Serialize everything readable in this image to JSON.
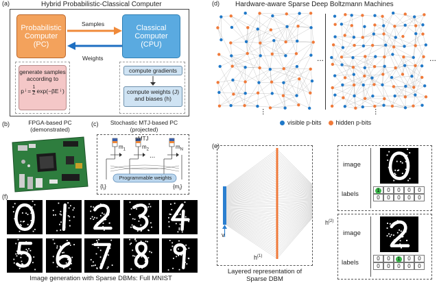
{
  "panel_a": {
    "label": "(a)",
    "title": "Hybrid Probabilistic-Classical Computer",
    "pc_box": {
      "line1": "Probabilistic",
      "line2": "Computer",
      "line3": "(PC)"
    },
    "cpu_box": {
      "line1": "Classical",
      "line2": "Computer",
      "line3": "(CPU)"
    },
    "arrow_samples": "Samples",
    "arrow_weights": "Weights",
    "pc_note": {
      "line1": "generate samples",
      "line2": "according to",
      "formula_lhs": "p",
      "formula_sub": "i",
      "formula_rhs": "exp(−βE",
      "formula_end": ")",
      "frac_num": "1",
      "frac_den": "Z"
    },
    "cpu_step1": "compute gradients",
    "cpu_step2_line1": "compute weights (J)",
    "cpu_step2_line2": "and biases (h)",
    "colors": {
      "pc": "#f3a25c",
      "cpu": "#5aaae0",
      "arrow_samples": "#f08a3a",
      "arrow_weights": "#1e6fc1"
    }
  },
  "panel_b": {
    "label": "(b)",
    "title_line1": "FPGA-based PC",
    "title_line2": "(demonstrated)"
  },
  "panel_c": {
    "label": "(c)",
    "title_line1": "Stochastic MTJ-based PC",
    "title_line2": "(projected)",
    "device_label": "sMTJ",
    "m1": "m",
    "m1_sub": "1",
    "m2": "m",
    "m2_sub": "2",
    "mN": "m",
    "mN_sub": "N",
    "dots": "...",
    "weights_label": "Programmable weights",
    "input_label": "{I",
    "input_sub": "i",
    "input_end": "}",
    "output_label": "{m",
    "output_sub": "i",
    "output_end": "}"
  },
  "panel_d": {
    "label": "(d)",
    "title": "Hardware-aware Sparse Deep Boltzmann Machines",
    "legend_visible": "visible p-bits",
    "legend_hidden": "hidden p-bits",
    "ellipsis": "...",
    "colors": {
      "visible": "#1f78c8",
      "hidden": "#f07a3a",
      "edges": "#9a9a9a"
    }
  },
  "panel_e": {
    "label": "(e)",
    "v_label": "v",
    "h1_label": "h",
    "h1_sup": "(1)",
    "h2_label": "h",
    "h2_sup": "(2)",
    "caption_line1": "Layered representation of",
    "caption_line2": "Sparse DBM",
    "top_image_label": "image",
    "top_labels_label": "labels",
    "top_labels_row1": [
      "1",
      "0",
      "0",
      "0",
      "0"
    ],
    "top_labels_row2": [
      "0",
      "0",
      "0",
      "0",
      "0"
    ],
    "bottom_image_label": "image",
    "bottom_labels_label": "labels",
    "bottom_labels_row1": [
      "0",
      "0",
      "1",
      "0",
      "0"
    ],
    "bottom_labels_row2": [
      "0",
      "0",
      "0",
      "0",
      "0"
    ],
    "colors": {
      "visible_layer": "#2b7fd0",
      "hidden_layer": "#f07a3a",
      "highlight": "#3ab54a"
    }
  },
  "panel_f": {
    "label": "(f)",
    "caption": "Image generation with Sparse DBMs: Full MNIST",
    "digits": [
      "0",
      "1",
      "2",
      "3",
      "4",
      "5",
      "6",
      "7",
      "8",
      "9"
    ]
  }
}
